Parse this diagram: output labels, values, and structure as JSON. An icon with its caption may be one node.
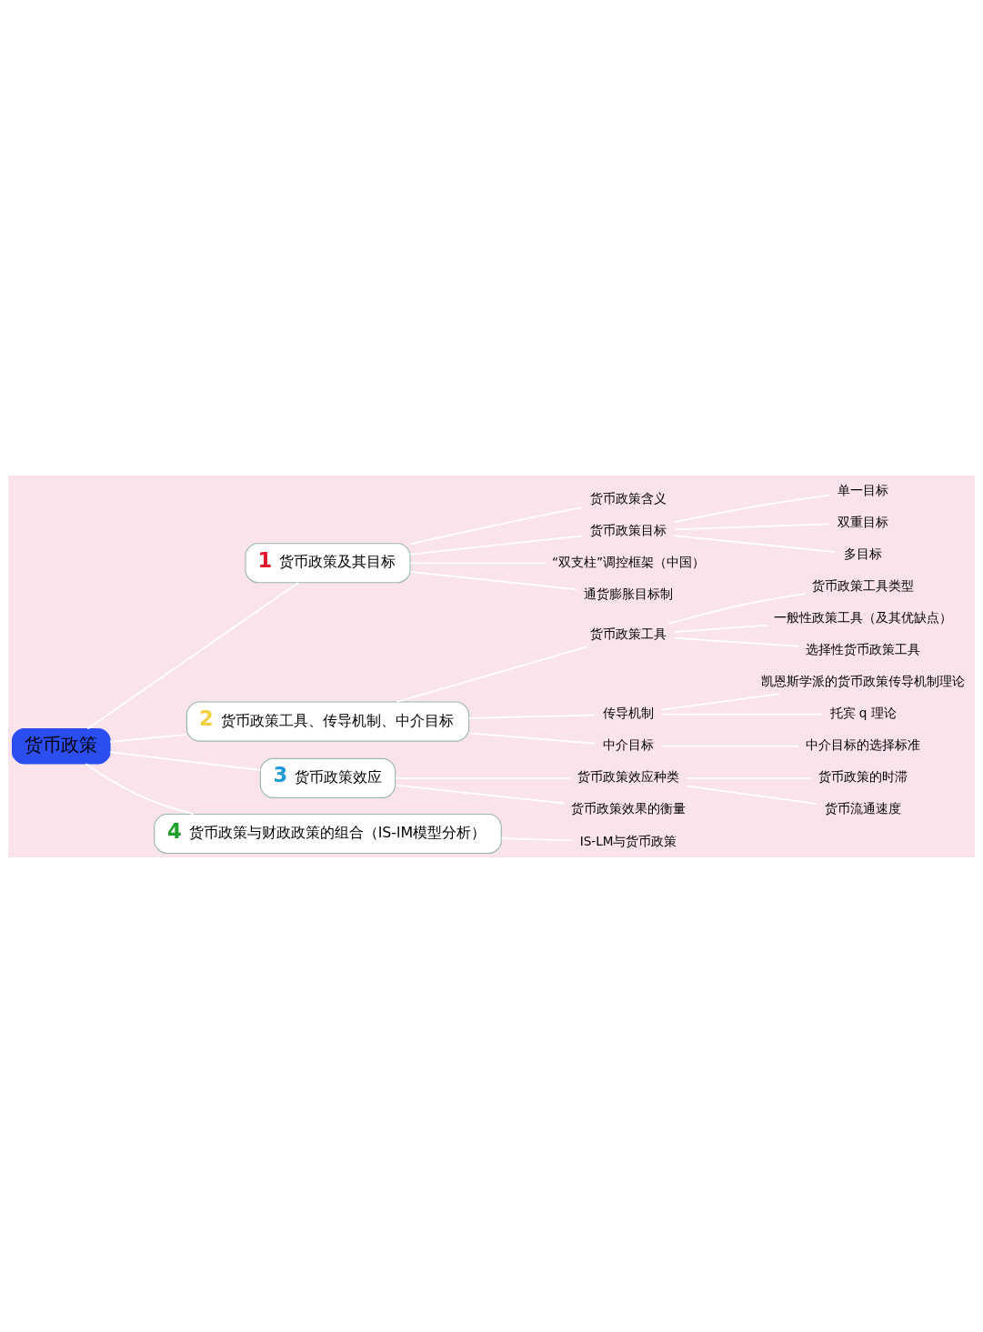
{
  "diagram": {
    "nodes": [
      {
        "text": [
          "货币政策"
        ]
      },
      {
        "text": [
          "1",
          "货币政策及其目标"
        ]
      },
      {
        "text": [
          "货币政策含义"
        ]
      },
      {
        "text": [
          "货币政策目标"
        ]
      },
      {
        "text": [
          "单一目标"
        ]
      },
      {
        "text": [
          "双重目标"
        ]
      },
      {
        "text": [
          "多目标"
        ]
      },
      {
        "text": [
          "“双支柱”调控框架（中国）"
        ]
      },
      {
        "text": [
          "通货膨胀目标制"
        ]
      },
      {
        "text": [
          "2",
          "货币政策工具、传导机制、中介目标"
        ]
      },
      {
        "text": [
          "货币政策工具"
        ]
      },
      {
        "text": [
          "货币政策工具类型"
        ]
      },
      {
        "text": [
          "一般性政策工具（及其优缺点）"
        ]
      },
      {
        "text": [
          "选择性货币政策工具"
        ]
      },
      {
        "text": [
          "传导机制"
        ]
      },
      {
        "text": [
          "凯恩斯学派的货币政策传导机制理论"
        ]
      },
      {
        "text": [
          "托宾 q 理论"
        ]
      },
      {
        "text": [
          "中介目标"
        ]
      },
      {
        "text": [
          "中介目标的选择标准"
        ]
      },
      {
        "text": [
          "3",
          "货币政策效应"
        ]
      },
      {
        "text": [
          "货币政策效应种类"
        ]
      },
      {
        "text": [
          "货币政策的时滞"
        ]
      },
      {
        "text": [
          "货币流通速度"
        ]
      },
      {
        "text": [
          "货币政策效果的衡量"
        ]
      },
      {
        "text": [
          "4",
          "货币政策与财政政策的组合（IS-lM模型分析）"
        ]
      },
      {
        "text": [
          "IS-LM与货币政策"
        ]
      }
    ],
    "edges": [
      {
        "from": 0,
        "to": 1,
        "arrow": "none"
      },
      {
        "from": 1,
        "to": 2,
        "arrow": "none"
      },
      {
        "from": 1,
        "to": 3,
        "arrow": "none"
      },
      {
        "from": 3,
        "to": 4,
        "arrow": "none"
      },
      {
        "from": 3,
        "to": 5,
        "arrow": "none"
      },
      {
        "from": 3,
        "to": 6,
        "arrow": "none"
      },
      {
        "from": 1,
        "to": 7,
        "arrow": "none"
      },
      {
        "from": 1,
        "to": 8,
        "arrow": "none"
      },
      {
        "from": 0,
        "to": 9,
        "arrow": "none"
      },
      {
        "from": 9,
        "to": 10,
        "arrow": "none"
      },
      {
        "from": 10,
        "to": 11,
        "arrow": "none"
      },
      {
        "from": 10,
        "to": 12,
        "arrow": "none"
      },
      {
        "from": 10,
        "to": 13,
        "arrow": "none"
      },
      {
        "from": 9,
        "to": 14,
        "arrow": "none"
      },
      {
        "from": 14,
        "to": 15,
        "arrow": "none"
      },
      {
        "from": 14,
        "to": 16,
        "arrow": "none"
      },
      {
        "from": 9,
        "to": 17,
        "arrow": "none"
      },
      {
        "from": 17,
        "to": 18,
        "arrow": "none"
      },
      {
        "from": 0,
        "to": 19,
        "arrow": "none"
      },
      {
        "from": 19,
        "to": 20,
        "arrow": "none"
      },
      {
        "from": 20,
        "to": 21,
        "arrow": "none"
      },
      {
        "from": 20,
        "to": 22,
        "arrow": "none"
      },
      {
        "from": 19,
        "to": 23,
        "arrow": "none"
      },
      {
        "from": 0,
        "to": 24,
        "arrow": "none"
      },
      {
        "from": 24,
        "to": 25,
        "arrow": "none"
      }
    ]
  }
}
